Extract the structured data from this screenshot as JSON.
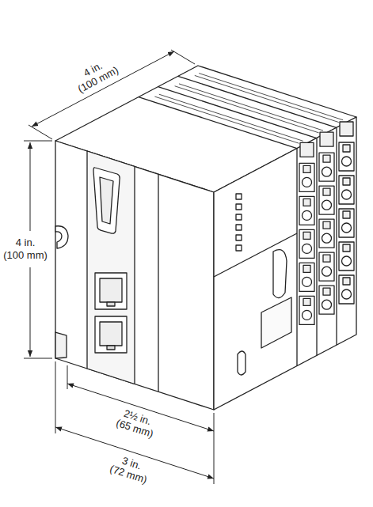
{
  "diagram": {
    "labels": [
      "4 in.",
      "(100 mm)",
      "4 in.",
      "(100 mm)",
      "2½ in.",
      "(65 mm)",
      "3 in.",
      "(72 mm)"
    ]
  }
}
